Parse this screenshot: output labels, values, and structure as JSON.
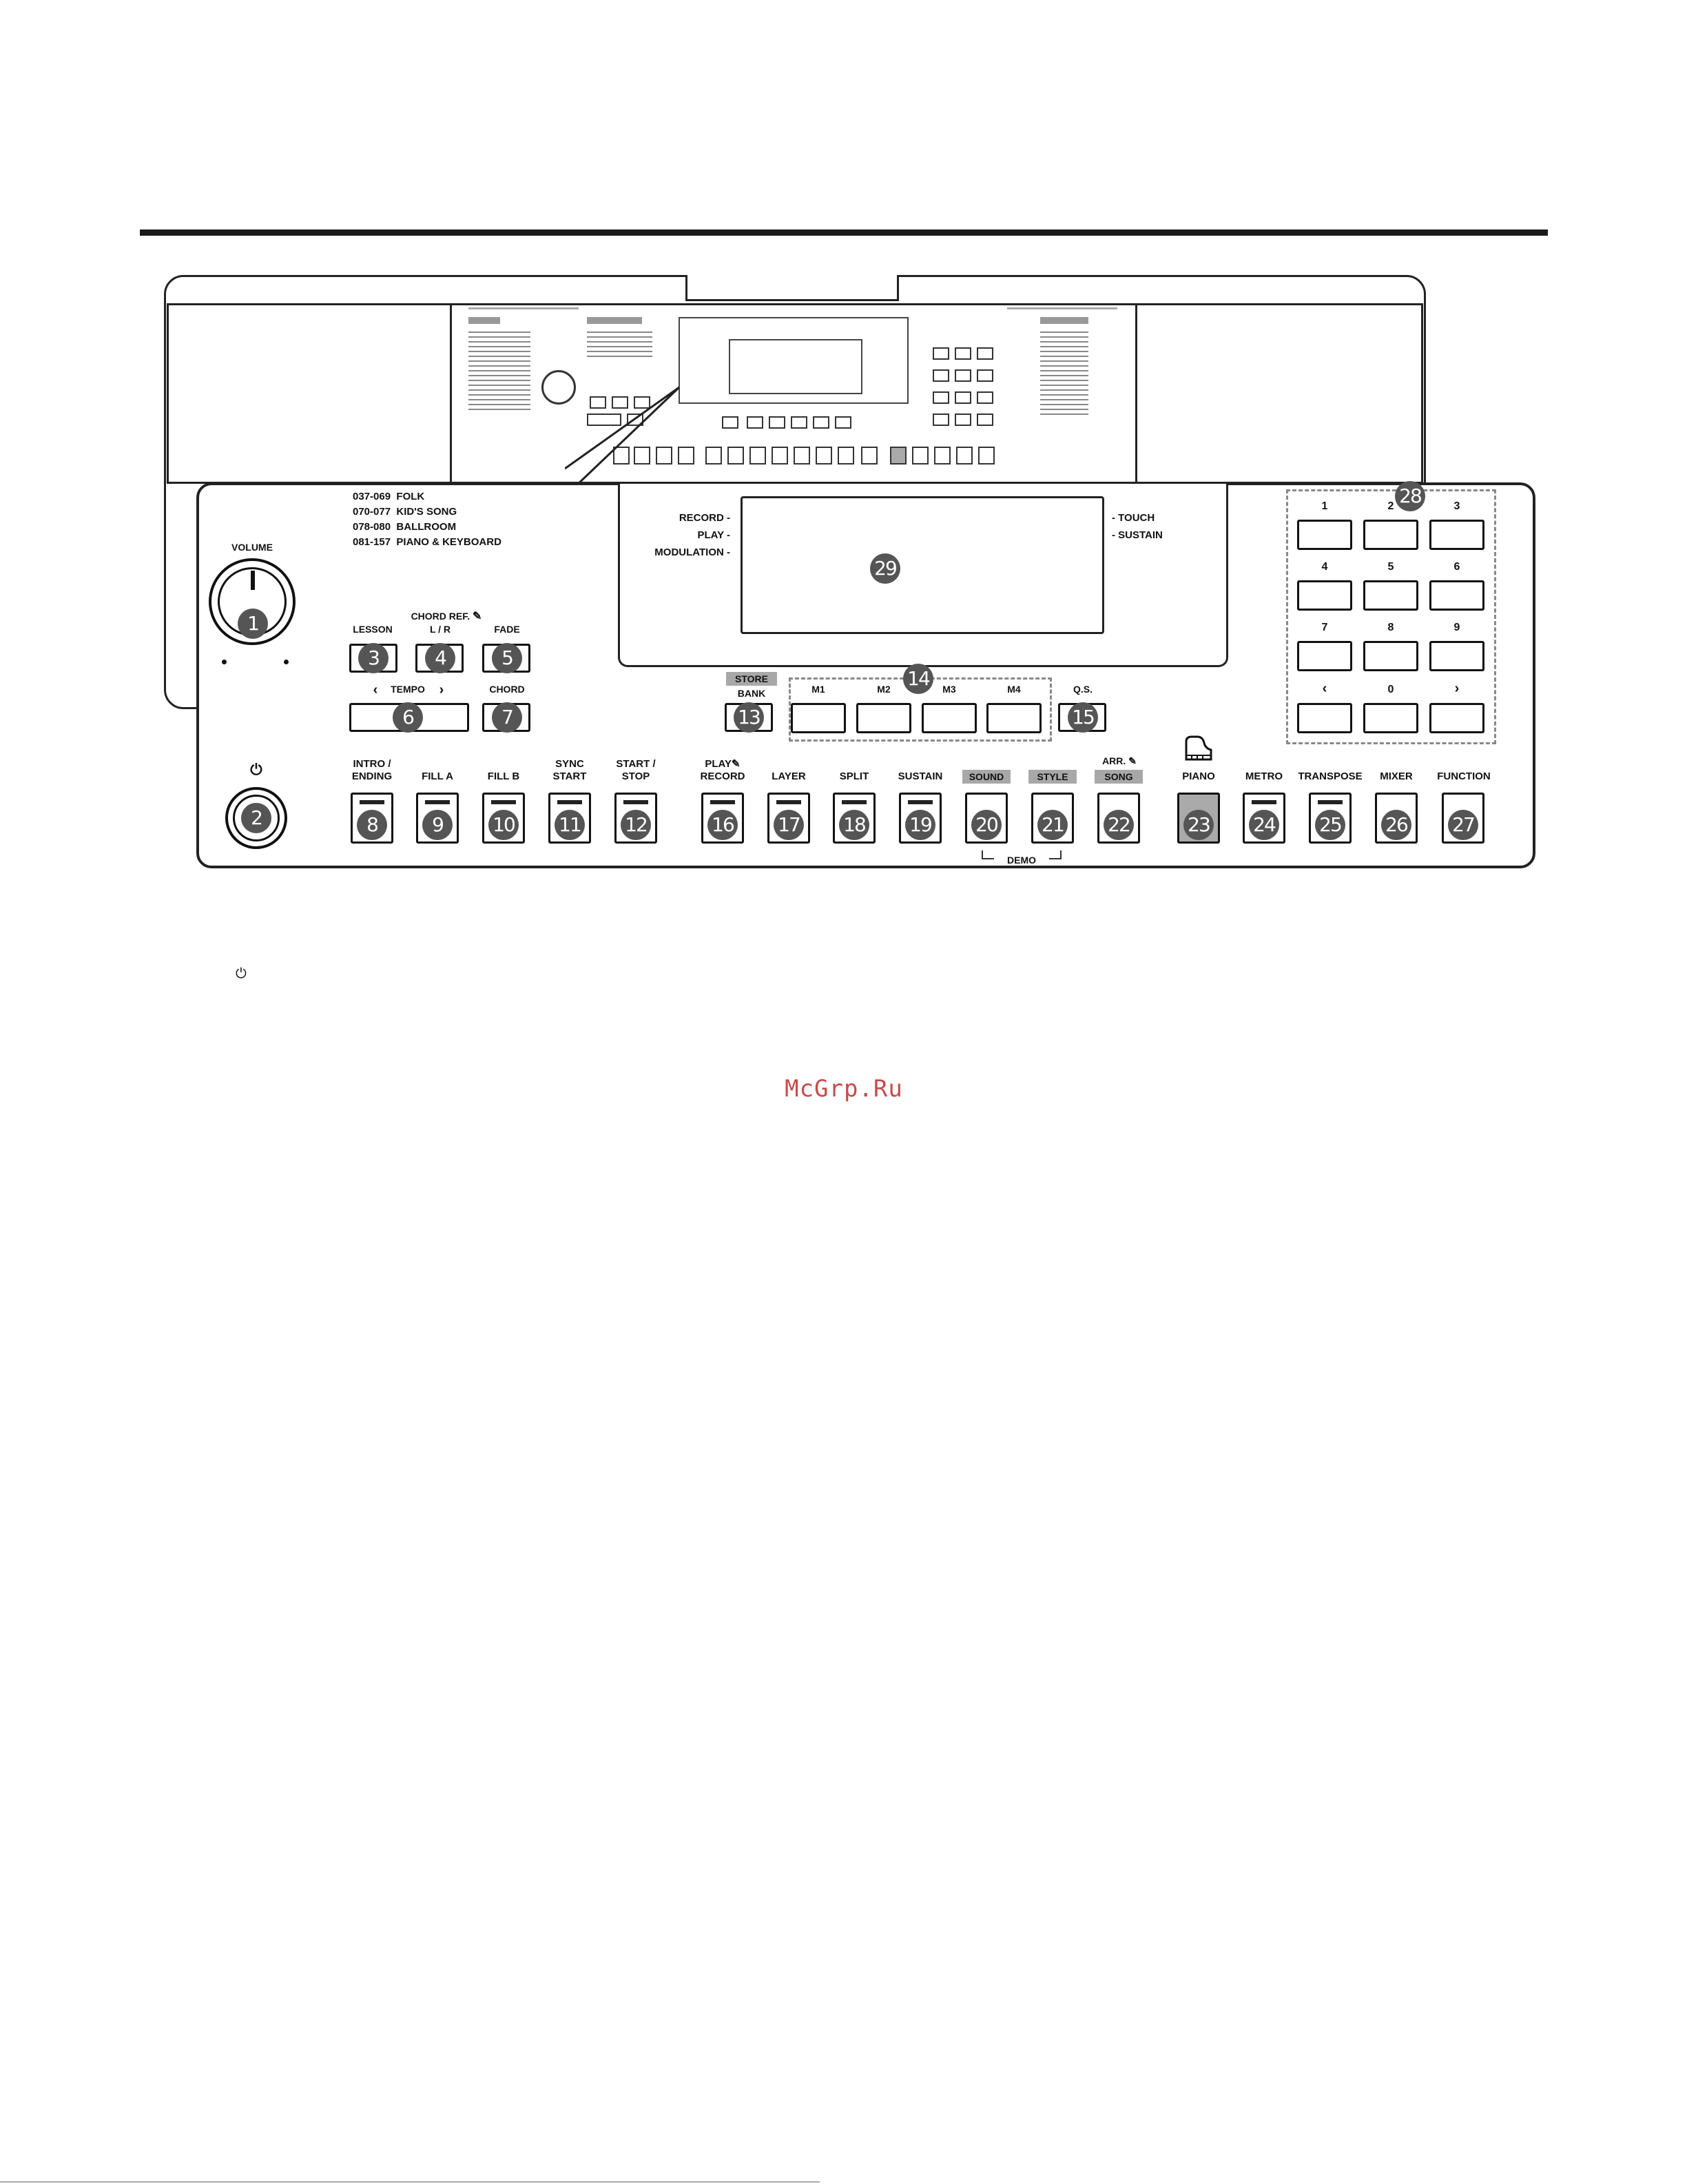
{
  "styles_list": [
    {
      "range": "037-069",
      "name": "FOLK"
    },
    {
      "range": "070-077",
      "name": "KID'S SONG"
    },
    {
      "range": "078-080",
      "name": "BALLROOM"
    },
    {
      "range": "081-157",
      "name": "PIANO & KEYBOARD"
    }
  ],
  "volume": {
    "label": "VOLUME",
    "badge": "1"
  },
  "power": {
    "symbol": "⏻",
    "badge": "2"
  },
  "lesson": {
    "label": "LESSON",
    "badge": "3"
  },
  "chord_ref": {
    "label": "CHORD REF.",
    "sub": "L / R",
    "badge": "4"
  },
  "fade": {
    "label": "FADE",
    "badge": "5"
  },
  "tempo": {
    "label": "TEMPO",
    "left": "‹",
    "right": "›",
    "badge": "6"
  },
  "chord": {
    "label": "CHORD",
    "badge": "7"
  },
  "row_buttons": [
    {
      "l1": "INTRO /",
      "l2": "ENDING",
      "badge": "8"
    },
    {
      "l1": "",
      "l2": "FILL A",
      "badge": "9"
    },
    {
      "l1": "",
      "l2": "FILL B",
      "badge": "10"
    },
    {
      "l1": "SYNC",
      "l2": "START",
      "badge": "11"
    },
    {
      "l1": "START /",
      "l2": "STOP",
      "badge": "12"
    },
    {
      "l1": "PLAY",
      "l2": "RECORD",
      "badge": "16"
    },
    {
      "l1": "",
      "l2": "LAYER",
      "badge": "17"
    },
    {
      "l1": "",
      "l2": "SPLIT",
      "badge": "18"
    },
    {
      "l1": "",
      "l2": "SUSTAIN",
      "badge": "19"
    },
    {
      "l1": "",
      "l2": "SOUND",
      "badge": "20"
    },
    {
      "l1": "",
      "l2": "STYLE",
      "badge": "21"
    },
    {
      "l1": "ARR.",
      "l2": "SONG",
      "badge": "22"
    },
    {
      "l1": "",
      "l2": "PIANO",
      "badge": "23"
    },
    {
      "l1": "",
      "l2": "METRO",
      "badge": "24"
    },
    {
      "l1": "",
      "l2": "TRANSPOSE",
      "badge": "25"
    },
    {
      "l1": "",
      "l2": "MIXER",
      "badge": "26"
    },
    {
      "l1": "",
      "l2": "FUNCTION",
      "badge": "27"
    }
  ],
  "demo_label": "DEMO",
  "store": {
    "tag": "STORE",
    "label": "BANK",
    "badge": "13"
  },
  "memory": {
    "badge": "14",
    "labels": [
      "M1",
      "M2",
      "M3",
      "M4"
    ]
  },
  "qs": {
    "label": "Q.S.",
    "badge": "15"
  },
  "numpad": {
    "badge": "28",
    "keys": [
      "1",
      "2",
      "3",
      "4",
      "5",
      "6",
      "7",
      "8",
      "9",
      "‹",
      "0",
      "›"
    ]
  },
  "display": {
    "badge": "29",
    "left_labels": [
      "RECORD -",
      "PLAY -",
      "MODULATION -"
    ],
    "right_labels": [
      "- TOUCH",
      "- SUSTAIN"
    ]
  },
  "footnote_symbol": "⏻",
  "watermark": "McGrp.Ru"
}
